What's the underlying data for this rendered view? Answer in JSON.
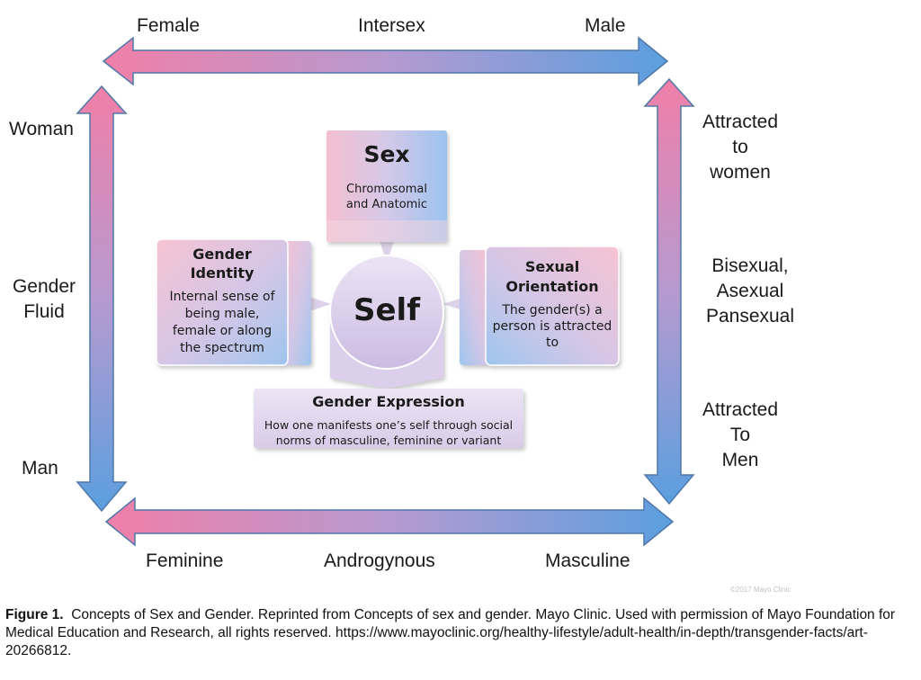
{
  "top_axis": {
    "left": "Female",
    "middle": "Intersex",
    "right": "Male"
  },
  "bottom_axis": {
    "left": "Feminine",
    "middle": "Androgynous",
    "right": "Masculine"
  },
  "left_axis": {
    "top": "Woman",
    "middle_line1": "Gender",
    "middle_line2": "Fluid",
    "bottom": "Man"
  },
  "right_axis": {
    "top_line1": "Attracted",
    "top_line2": "to",
    "top_line3": "women",
    "middle_line1": "Bisexual,",
    "middle_line2": "Asexual",
    "middle_line3": "Pansexual",
    "bottom_line1": "Attracted",
    "bottom_line2": "To",
    "bottom_line3": "Men"
  },
  "center": {
    "label": "Self"
  },
  "sex": {
    "title": "Sex",
    "desc_line1": "Chromosomal",
    "desc_line2": "and Anatomic"
  },
  "gender_identity": {
    "title_line1": "Gender",
    "title_line2": "Identity",
    "desc_line1": "Internal sense of",
    "desc_line2": "being male,",
    "desc_line3": "female or along",
    "desc_line4": "the spectrum"
  },
  "sexual_orientation": {
    "title_line1": "Sexual",
    "title_line2": "Orientation",
    "desc_line1": "The gender(s) a",
    "desc_line2": "person is attracted",
    "desc_line3": "to"
  },
  "gender_expression": {
    "title": "Gender Expression",
    "desc_line1": "How one manifests one’s self through social",
    "desc_line2": "norms of masculine, feminine or variant"
  },
  "copyright": "©2017 Mayo Clinic",
  "caption": {
    "label": "Figure 1.",
    "text": "Concepts of Sex and Gender. Reprinted from Concepts of sex and gender. Mayo Clinic. Used with permission of Mayo Foundation for Medical Education and Research, all rights reserved. https://www.mayoclinic.org/healthy-lifestyle/adult-health/in-depth/transgender-facts/art-20266812."
  },
  "colors": {
    "pink": "#f07fa8",
    "blue": "#5b9fdf",
    "lavender": "#d9cdea",
    "text": "#1a1a1a"
  }
}
